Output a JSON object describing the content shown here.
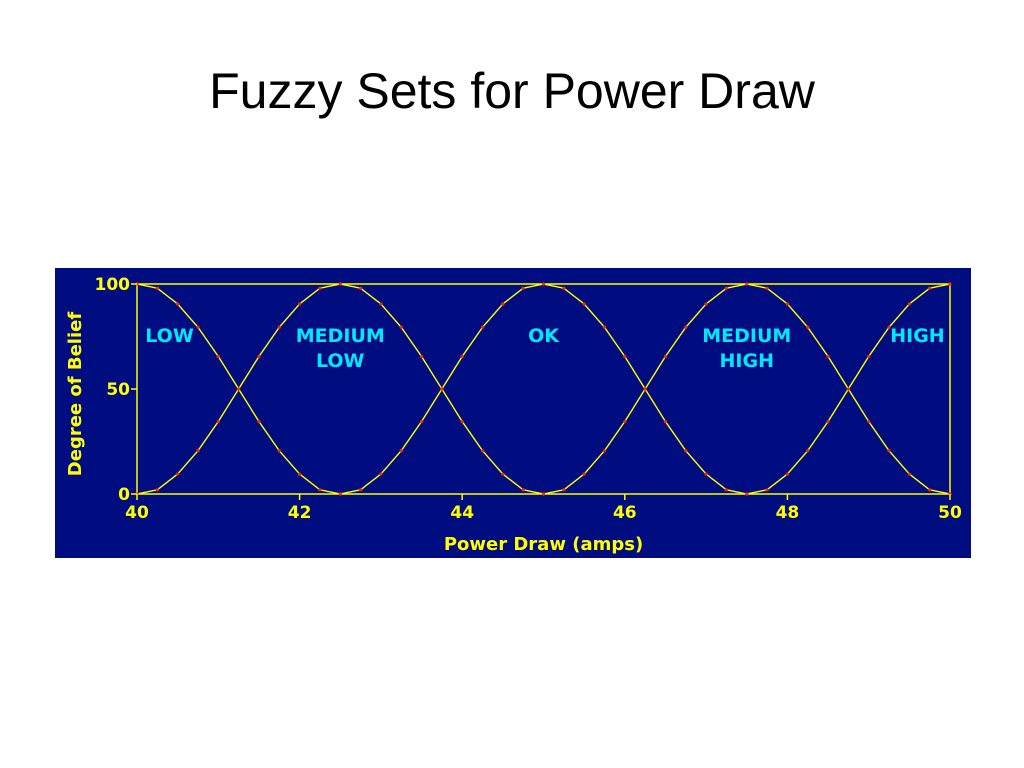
{
  "slide": {
    "title": "Fuzzy Sets for Power Draw"
  },
  "colors": {
    "panel_background": "#000d80",
    "axis_and_curves": "#ffff00",
    "curve_markers": "#ff2a00",
    "set_labels": "#00e8ff"
  },
  "chart_data": {
    "type": "line",
    "title": "",
    "xlabel": "Power Draw (amps)",
    "ylabel": "Degree of Belief",
    "xlim": [
      40,
      50
    ],
    "ylim": [
      0,
      100
    ],
    "x_ticks": [
      40,
      42,
      44,
      46,
      48,
      50
    ],
    "x_tick_labels": [
      "40",
      "42",
      "44",
      "46",
      "48",
      "50"
    ],
    "y_ticks": [
      0,
      50,
      100
    ],
    "y_tick_labels": [
      "0",
      "50",
      "100"
    ],
    "grid": false,
    "legend": "none",
    "sets": [
      {
        "label_lines": [
          "LOW"
        ],
        "center": 40.0,
        "label_x": 40.4
      },
      {
        "label_lines": [
          "MEDIUM",
          "LOW"
        ],
        "center": 42.5,
        "label_x": 42.5
      },
      {
        "label_lines": [
          "OK"
        ],
        "center": 45.0,
        "label_x": 45.0
      },
      {
        "label_lines": [
          "MEDIUM",
          "HIGH"
        ],
        "center": 47.5,
        "label_x": 47.5
      },
      {
        "label_lines": [
          "HIGH"
        ],
        "center": 50.0,
        "label_x": 49.6
      }
    ],
    "series": [
      {
        "x": [
          40,
          40.25,
          40.5,
          40.75,
          41,
          41.25,
          41.5,
          41.75,
          42,
          42.25,
          42.5
        ],
        "y": [
          100,
          98,
          90.5,
          79.4,
          65.5,
          50,
          34.5,
          20.6,
          9.5,
          2,
          0
        ]
      },
      {
        "x": [
          40,
          40.25,
          40.5,
          40.75,
          41,
          41.25,
          41.5,
          41.75,
          42,
          42.25,
          42.5,
          42.75,
          43,
          43.25,
          43.5,
          43.75,
          44,
          44.25,
          44.5,
          44.75,
          45
        ],
        "y": [
          0,
          2,
          9.5,
          20.6,
          34.5,
          50,
          65.5,
          79.4,
          90.5,
          98,
          100,
          98,
          90.5,
          79.4,
          65.5,
          50,
          34.5,
          20.6,
          9.5,
          2,
          0
        ]
      },
      {
        "x": [
          42.5,
          42.75,
          43,
          43.25,
          43.5,
          43.75,
          44,
          44.25,
          44.5,
          44.75,
          45,
          45.25,
          45.5,
          45.75,
          46,
          46.25,
          46.5,
          46.75,
          47,
          47.25,
          47.5
        ],
        "y": [
          0,
          2,
          9.5,
          20.6,
          34.5,
          50,
          65.5,
          79.4,
          90.5,
          98,
          100,
          98,
          90.5,
          79.4,
          65.5,
          50,
          34.5,
          20.6,
          9.5,
          2,
          0
        ]
      },
      {
        "x": [
          45,
          45.25,
          45.5,
          45.75,
          46,
          46.25,
          46.5,
          46.75,
          47,
          47.25,
          47.5,
          47.75,
          48,
          48.25,
          48.5,
          48.75,
          49,
          49.25,
          49.5,
          49.75,
          50
        ],
        "y": [
          0,
          2,
          9.5,
          20.6,
          34.5,
          50,
          65.5,
          79.4,
          90.5,
          98,
          100,
          98,
          90.5,
          79.4,
          65.5,
          50,
          34.5,
          20.6,
          9.5,
          2,
          0
        ]
      },
      {
        "x": [
          47.5,
          47.75,
          48,
          48.25,
          48.5,
          48.75,
          49,
          49.25,
          49.5,
          49.75,
          50
        ],
        "y": [
          0,
          2,
          9.5,
          20.6,
          34.5,
          50,
          65.5,
          79.4,
          90.5,
          98,
          100
        ]
      }
    ]
  }
}
